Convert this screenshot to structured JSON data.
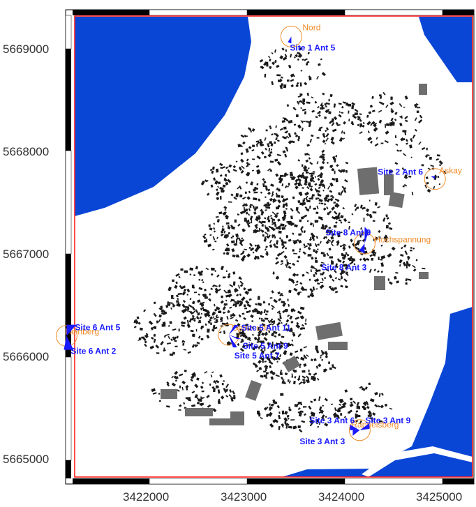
{
  "colors": {
    "water": "#0a46d6",
    "border": "#ff2020",
    "building": "#1a1a1a",
    "industrial": "#6e6e6e",
    "antenna": "#1a1aff",
    "place": "#f08c2a",
    "frame": "#000000"
  },
  "axes": {
    "y_ticks": [
      {
        "value": 5669000,
        "label": "5669000"
      },
      {
        "value": 5668000,
        "label": "5668000"
      },
      {
        "value": 5667000,
        "label": "5667000"
      },
      {
        "value": 5666000,
        "label": "5666000"
      },
      {
        "value": 5665000,
        "label": "5665000"
      }
    ],
    "x_ticks": [
      {
        "value": 3422000,
        "label": "3422000"
      },
      {
        "value": 3423000,
        "label": "3423000"
      },
      {
        "value": 3424000,
        "label": "3424000"
      },
      {
        "value": 3425000,
        "label": "3425000"
      }
    ]
  },
  "places": [
    {
      "id": "nord",
      "name": "Nord",
      "x": 3423460,
      "y": 5669120
    },
    {
      "id": "askay",
      "name": "Askay",
      "x": 3424930,
      "y": 5667730
    },
    {
      "id": "hochspannung",
      "name": "Hochspannung",
      "x": 3424210,
      "y": 5667100
    },
    {
      "id": "heinberg",
      "name": "Heinberg",
      "x": 3421160,
      "y": 5666200
    },
    {
      "id": "gebaeude",
      "name": "Gebaeude",
      "x": 3422820,
      "y": 5666210
    },
    {
      "id": "rappelsberg",
      "name": "Rappelsberg",
      "x": 3424160,
      "y": 5665280
    }
  ],
  "antennas": [
    {
      "label": "Site 1 Ant 5",
      "place": "nord"
    },
    {
      "label": "Site 2 Ant  6",
      "place": "askay"
    },
    {
      "label": "Site 8 Ant  9",
      "place": "hochspannung"
    },
    {
      "label": "Site 8 Ant  3",
      "place": "hochspannung"
    },
    {
      "label": "Site 6 Ant 5",
      "place": "heinberg"
    },
    {
      "label": "Site 6 Ant 2",
      "place": "heinberg"
    },
    {
      "label": "Site 5 Ant 11",
      "place": "gebaeude"
    },
    {
      "label": "Site 5 Ant  9",
      "place": "gebaeude"
    },
    {
      "label": "Site 5 Ant  7",
      "place": "gebaeude"
    },
    {
      "label": "Site 3 Ant  6",
      "place": "rappelsberg"
    },
    {
      "label": "Site 3 Ant  9",
      "place": "rappelsberg"
    },
    {
      "label": "Site 3 Ant  3",
      "place": "rappelsberg"
    }
  ]
}
